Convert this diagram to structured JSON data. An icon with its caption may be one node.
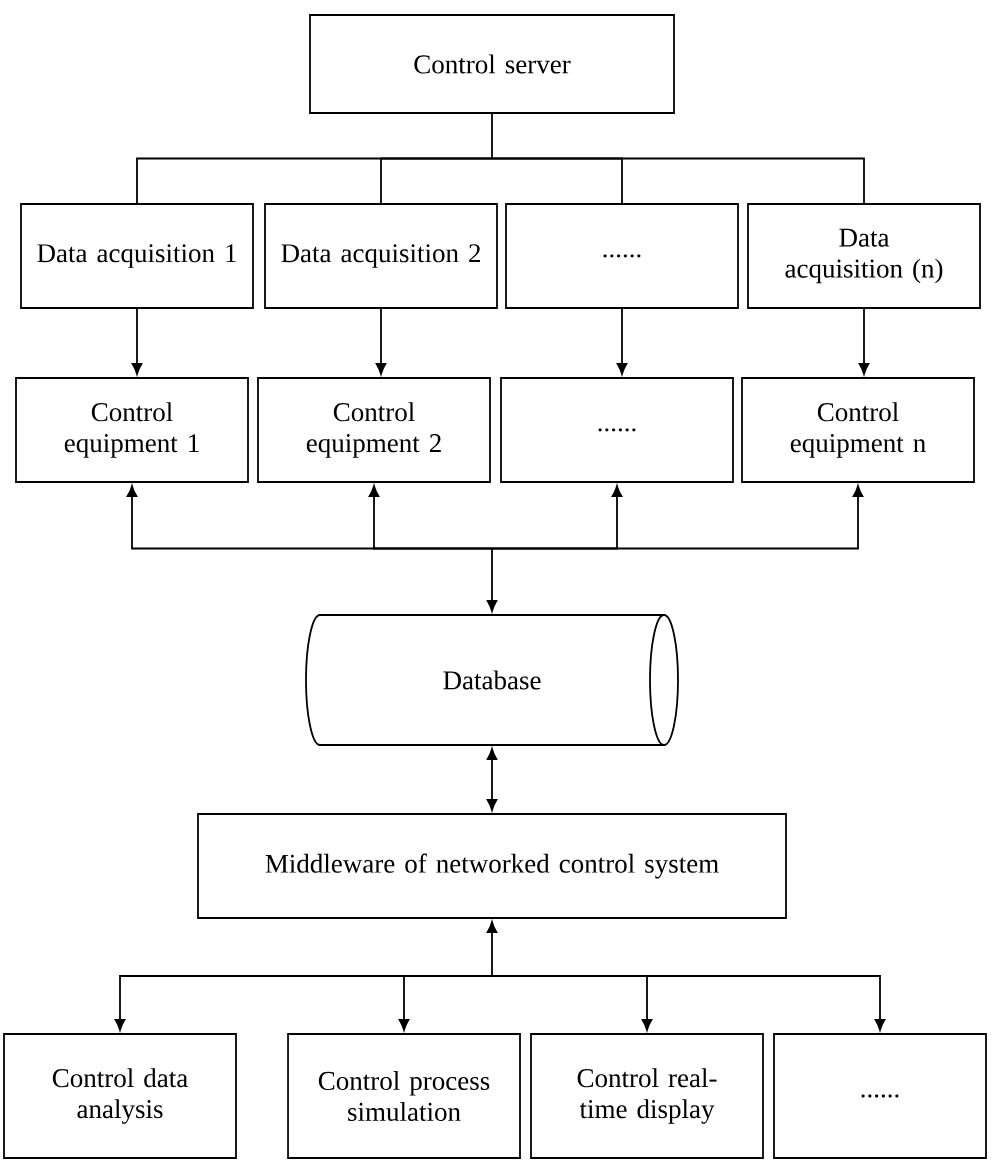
{
  "diagram": {
    "nodes": [
      {
        "text": [
          "Control server"
        ]
      },
      {
        "text": [
          "Data acquisition 1"
        ]
      },
      {
        "text": [
          "Data acquisition 2"
        ]
      },
      {
        "text": [
          "......"
        ]
      },
      {
        "text": [
          "Data acquisition (n)"
        ]
      },
      {
        "text": [
          "Control equipment 1"
        ]
      },
      {
        "text": [
          "Control equipment 2"
        ]
      },
      {
        "text": [
          "......"
        ]
      },
      {
        "text": [
          "Control equipment n"
        ]
      },
      {
        "text": [
          "Database"
        ]
      },
      {
        "text": [
          "Middleware of networked control system"
        ]
      },
      {
        "text": [
          "Control data analysis"
        ]
      },
      {
        "text": [
          "Control process simulation"
        ]
      },
      {
        "text": [
          "Control real-time display"
        ]
      },
      {
        "text": [
          "......"
        ]
      }
    ],
    "edges": [
      {
        "from": 0,
        "to": 1,
        "arrow": "none"
      },
      {
        "from": 0,
        "to": 2,
        "arrow": "none"
      },
      {
        "from": 0,
        "to": 3,
        "arrow": "none"
      },
      {
        "from": 0,
        "to": 4,
        "arrow": "none"
      },
      {
        "from": 1,
        "to": 5,
        "arrow": "to"
      },
      {
        "from": 2,
        "to": 6,
        "arrow": "to"
      },
      {
        "from": 3,
        "to": 7,
        "arrow": "to"
      },
      {
        "from": 4,
        "to": 8,
        "arrow": "to"
      },
      {
        "from": 9,
        "to": 5,
        "arrow": "both"
      },
      {
        "from": 9,
        "to": 6,
        "arrow": "both"
      },
      {
        "from": 9,
        "to": 7,
        "arrow": "both"
      },
      {
        "from": 9,
        "to": 8,
        "arrow": "both"
      },
      {
        "from": 9,
        "to": 10,
        "arrow": "both"
      },
      {
        "from": 10,
        "to": 11,
        "arrow": "both"
      },
      {
        "from": 10,
        "to": 12,
        "arrow": "both"
      },
      {
        "from": 10,
        "to": 13,
        "arrow": "both"
      },
      {
        "from": 10,
        "to": 14,
        "arrow": "both"
      }
    ]
  }
}
